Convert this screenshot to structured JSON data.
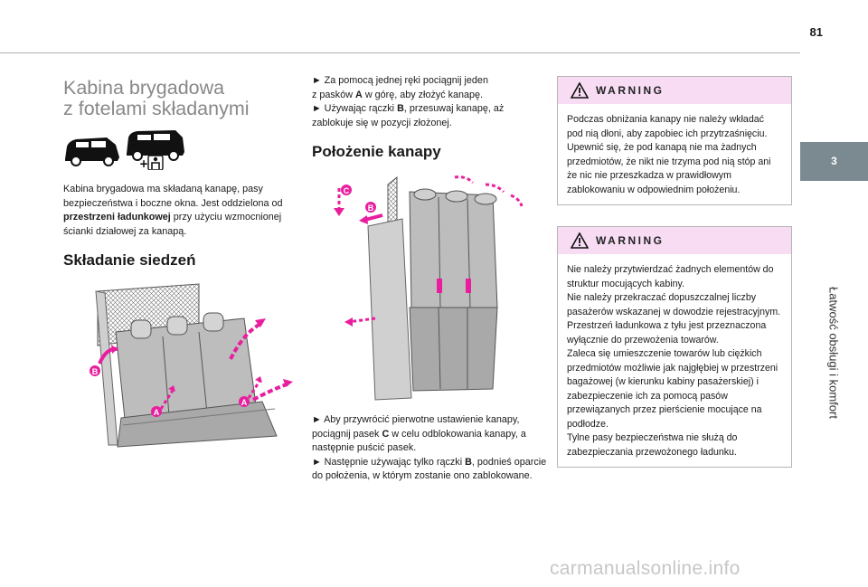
{
  "page_number": "81",
  "chapter": {
    "number": "3",
    "title": "Łatwość obsługi i komfort"
  },
  "column1": {
    "title_line1": "Kabina brygadowa",
    "title_line2": "z fotelami składanymi",
    "intro_before": "Kabina brygadowa ma składaną kanapę, pasy bezpieczeństwa i boczne okna. Jest oddzielona od ",
    "intro_bold": "przestrzeni ładunkowej",
    "intro_after": " przy użyciu wzmocnionej ścianki działowej za kanapą.",
    "section_title": "Składanie siedzeń",
    "figure_labels": {
      "a1": "A",
      "a2": "A",
      "b": "B"
    }
  },
  "column2": {
    "step1_before": "► Za pomocą jednej ręki pociągnij jeden",
    "step1_line2_before": "z pasków ",
    "step1_bold": "A",
    "step1_after": " w górę, aby złożyć kanapę.",
    "step2_before": "► Używając rączki ",
    "step2_bold": "B",
    "step2_after": ", przesuwaj kanapę, aż zablokuje się w pozycji złożonej.",
    "section_title": "Położenie kanapy",
    "figure_labels": {
      "c": "C",
      "b": "B"
    },
    "step3_before": "► Aby przywrócić pierwotne ustawienie kanapy, pociągnij pasek ",
    "step3_bold": "C",
    "step3_after": " w celu odblokowania kanapy, a następnie puścić pasek.",
    "step4_before": "► Następnie używając tylko rączki ",
    "step4_bold": "B",
    "step4_after": ", podnieś oparcie do położenia, w którym zostanie ono zablokowane."
  },
  "warning1": {
    "label": "WARNING",
    "p1": "Podczas obniżania kanapy nie należy wkładać pod nią dłoni, aby zapobiec ich przytrzaśnięciu.",
    "p2": "Upewnić się, że pod kanapą nie ma żadnych przedmiotów, że nikt nie trzyma pod nią stóp ani że nic nie przeszkadza w prawidłowym zablokowaniu w odpowiednim położeniu."
  },
  "warning2": {
    "label": "WARNING",
    "p1": "Nie należy przytwierdzać żadnych elementów do struktur mocujących kabiny.",
    "p2": "Nie należy przekraczać dopuszczalnej liczby pasażerów wskazanej w dowodzie rejestracyjnym.",
    "p3": "Przestrzeń ładunkowa z tyłu jest przeznaczona wyłącznie do przewożenia towarów.",
    "p4": "Zaleca się umieszczenie towarów lub ciężkich przedmiotów możliwie jak najgłębiej w przestrzeni bagażowej (w kierunku kabiny pasażerskiej) i zabezpieczenie ich za pomocą pasów przewiązanych przez pierścienie mocujące na podłodze.",
    "p5": "Tylne pasy bezpieczeństwa nie służą do zabezpieczania przewożonego ładunku."
  },
  "watermark": "carmanualsonline.info",
  "colors": {
    "accent": "#e91e9e",
    "warning_bg": "#f7dcf3",
    "tab": "#7b8a90",
    "title_gray": "#888888"
  }
}
